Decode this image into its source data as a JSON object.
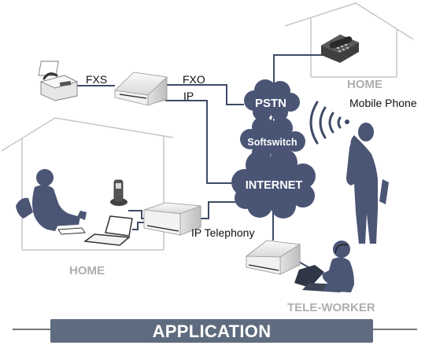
{
  "labels": {
    "home_top": "HOME",
    "home_left": "HOME",
    "tele_worker": "TELE-WORKER",
    "mobile_phone": "Mobile Phone",
    "fxs": "FXS",
    "fxo": "FXO",
    "ip": "IP",
    "ip_telephony": "IP Telephony",
    "pstn": "PSTN",
    "softswitch": "Softswitch",
    "internet": "INTERNET"
  },
  "banner": {
    "title": "APPLICATION"
  },
  "colors": {
    "figure": "#4b5574",
    "cloud": "#4a5575",
    "line": "#3e4a66",
    "house_outline": "#c6c6c6",
    "home_text": "#aeaeae",
    "banner": "#5f6c7f"
  }
}
